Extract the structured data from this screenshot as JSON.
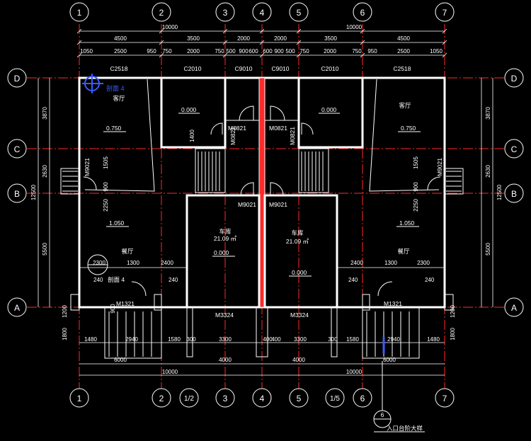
{
  "axes": {
    "columns": [
      "1",
      "2",
      "3",
      "4",
      "5",
      "6",
      "7"
    ],
    "rows": [
      "D",
      "C",
      "B",
      "A"
    ],
    "extra_columns": [
      "1/2",
      "1/5"
    ]
  },
  "top_dims": {
    "overall": [
      "10000",
      "10000"
    ],
    "bays": [
      "4500",
      "3500",
      "2000",
      "2000",
      "3500",
      "4500"
    ],
    "openings": [
      "1050",
      "2500",
      "950",
      "750",
      "2000",
      "750",
      "500",
      "900",
      "600",
      "600",
      "900",
      "500",
      "750",
      "2000",
      "750",
      "950",
      "2500",
      "1050"
    ]
  },
  "side_dims": {
    "left": [
      "3870",
      "2630",
      "5500"
    ],
    "left_total": "12500",
    "right": [
      "3870",
      "2630",
      "5500"
    ],
    "right_total": "12500",
    "left_small": [
      "1505",
      "900",
      "2250"
    ],
    "right_small": [
      "1505",
      "900",
      "2250"
    ],
    "entry_left": [
      "1200",
      "1800"
    ],
    "entry_right": [
      "1200",
      "1800"
    ],
    "stair_left": "1400"
  },
  "bottom_dims": {
    "row1": [
      "1480",
      "2940",
      "1580",
      "300",
      "3300",
      "400",
      "400",
      "3300",
      "300",
      "1580",
      "2940",
      "1480"
    ],
    "row2": [
      "6000",
      "4000",
      "4000",
      "6000"
    ],
    "row3": [
      "10000",
      "10000"
    ]
  },
  "windows": [
    "C2518",
    "C2010",
    "C9010",
    "C9010",
    "C2010",
    "C2518"
  ],
  "doors": {
    "m0821": [
      "M0821",
      "M0821",
      "M0821",
      "M0821"
    ],
    "m9021_side": [
      "M9021",
      "M9021"
    ],
    "m9021_center": [
      "M9021",
      "M9021"
    ],
    "m1321": [
      "M1321",
      "M1321"
    ],
    "m3324": [
      "M3324",
      "M3324"
    ]
  },
  "rooms": {
    "left_top": "客厅",
    "right_top": "客厅",
    "left_mid": "餐厅",
    "right_mid": "餐厅",
    "garage_left": "车库",
    "garage_right": "车库",
    "garage_area_left": "21.09 ㎡",
    "garage_area_right": "21.09 ㎡"
  },
  "elevations": {
    "kitchen_left": "0.000",
    "kitchen_right": "0.000",
    "living_left": "0.750",
    "living_right": "0.750",
    "dining_left": "1.050",
    "dining_right": "1.050",
    "garage_left": "0.000",
    "garage_right": "0.000"
  },
  "misc": {
    "dims_2400": [
      "2400",
      "1300",
      "2400",
      "1300",
      "2300"
    ],
    "dims_240": [
      "240",
      "240",
      "240",
      "240"
    ],
    "dims_2300_left": "2300",
    "stair_900": "900",
    "section_top": "剖面 4",
    "section_bottom": "剖面 4",
    "detail_num": "6",
    "detail_label": "入口台阶大样"
  }
}
